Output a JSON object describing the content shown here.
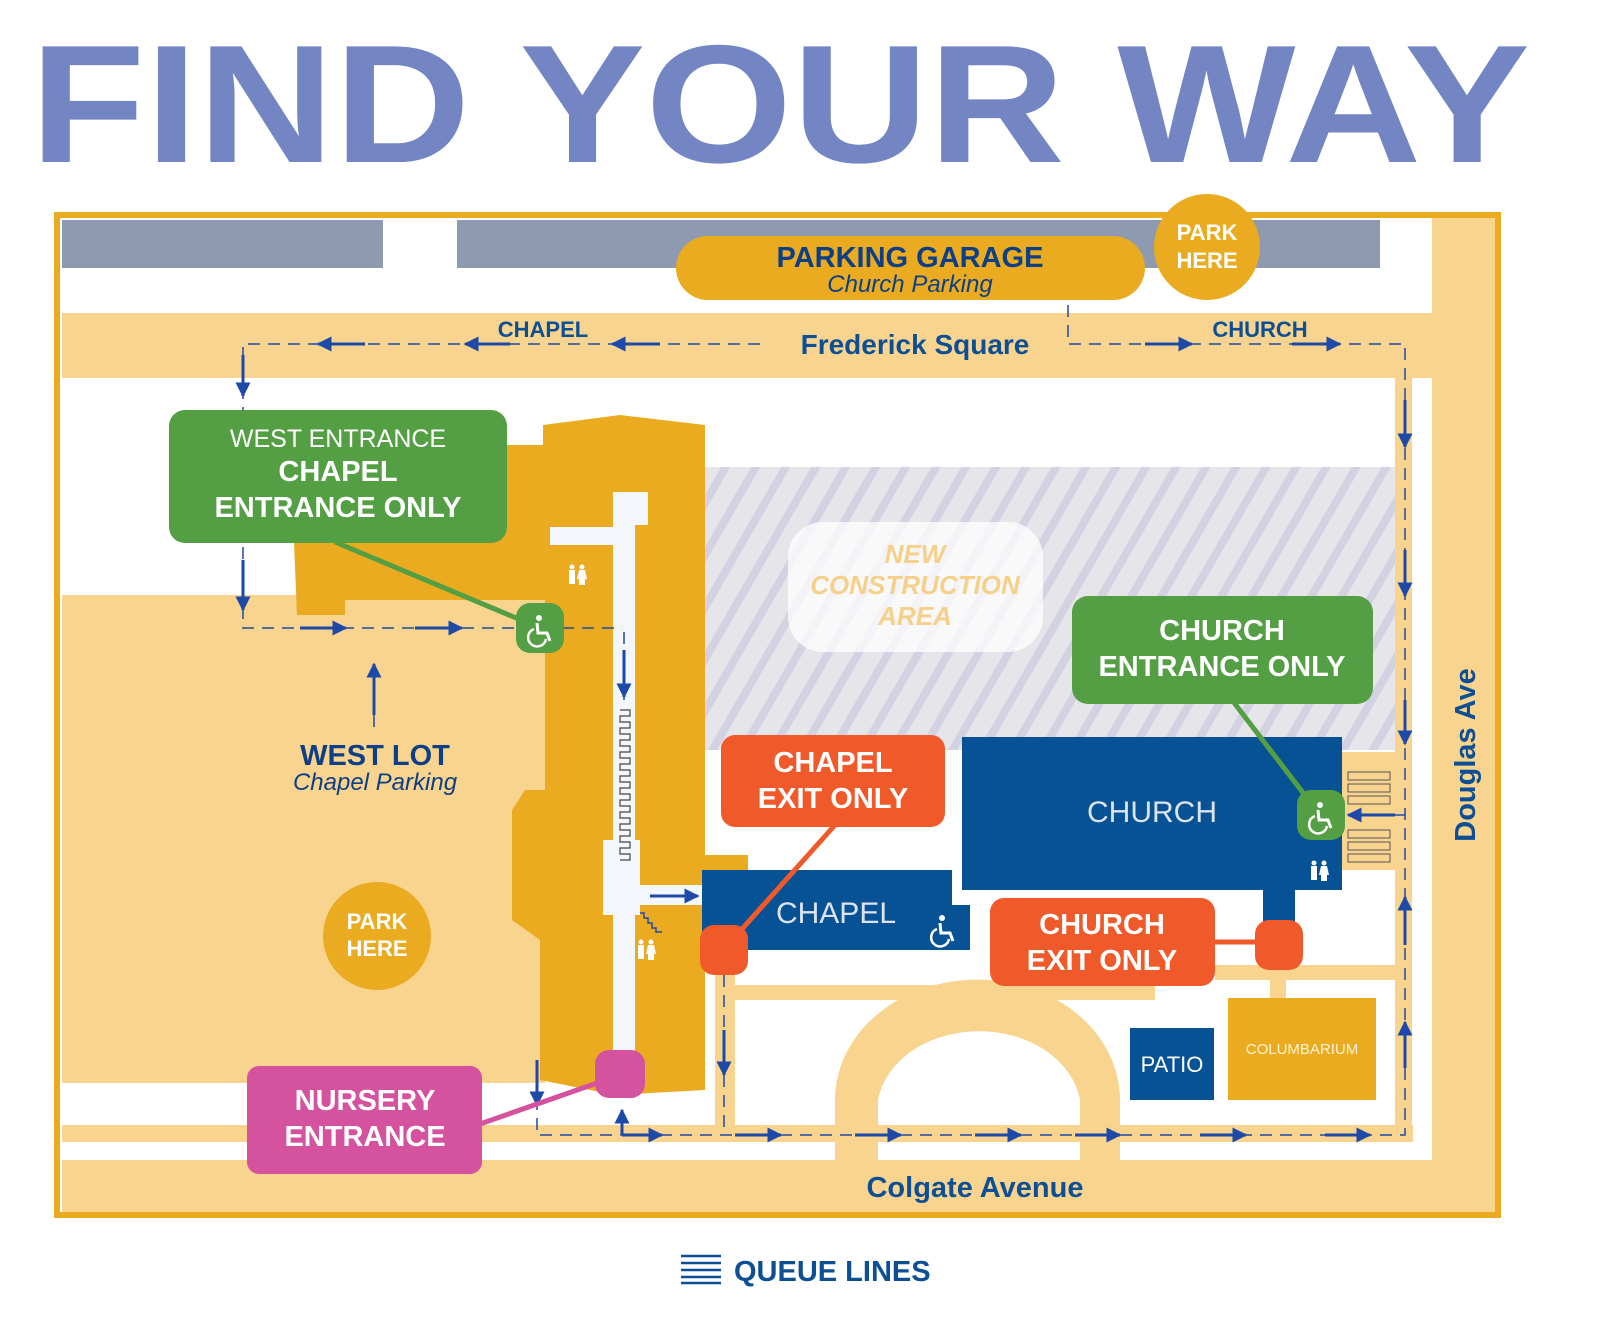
{
  "title": "FIND YOUR WAY",
  "colors": {
    "title": "#7385c2",
    "gold": "#eaab21",
    "sand": "#f9d48f",
    "green": "#549e44",
    "navy": "#065295",
    "exit": "#f05a2b",
    "pink": "#d5529f",
    "gray": "#8d9ab0",
    "arrow": "#1d4aa8"
  },
  "map": {
    "parking_garage": {
      "title": "PARKING GARAGE",
      "subtitle": "Church Parking"
    },
    "park_here_top": {
      "line1": "PARK",
      "line2": "HERE"
    },
    "streets": {
      "frederick": "Frederick Square",
      "douglas": "Douglas Ave",
      "colgate": "Colgate Avenue"
    },
    "route_labels": {
      "chapel": "CHAPEL",
      "church": "CHURCH"
    },
    "west_entrance": {
      "line1": "WEST ENTRANCE",
      "line2": "CHAPEL",
      "line3": "ENTRANCE ONLY"
    },
    "construction": {
      "line1": "NEW",
      "line2": "CONSTRUCTION",
      "line3": "AREA"
    },
    "church_entrance": {
      "line1": "CHURCH",
      "line2": "ENTRANCE ONLY"
    },
    "chapel_exit": {
      "line1": "CHAPEL",
      "line2": "EXIT ONLY"
    },
    "church_exit": {
      "line1": "CHURCH",
      "line2": "EXIT ONLY"
    },
    "buildings": {
      "church": "CHURCH",
      "chapel": "CHAPEL",
      "patio": "PATIO",
      "columbarium": "COLUMBARIUM"
    },
    "west_lot": {
      "title": "WEST LOT",
      "subtitle": "Chapel Parking"
    },
    "park_here_lot": {
      "line1": "PARK",
      "line2": "HERE"
    },
    "nursery": {
      "line1": "NURSERY",
      "line2": "ENTRANCE"
    },
    "icons": [
      "wheelchair-icon",
      "restroom-icon",
      "stairs-icon",
      "arrow-icon"
    ]
  },
  "legend": {
    "queue_lines": "QUEUE LINES"
  }
}
